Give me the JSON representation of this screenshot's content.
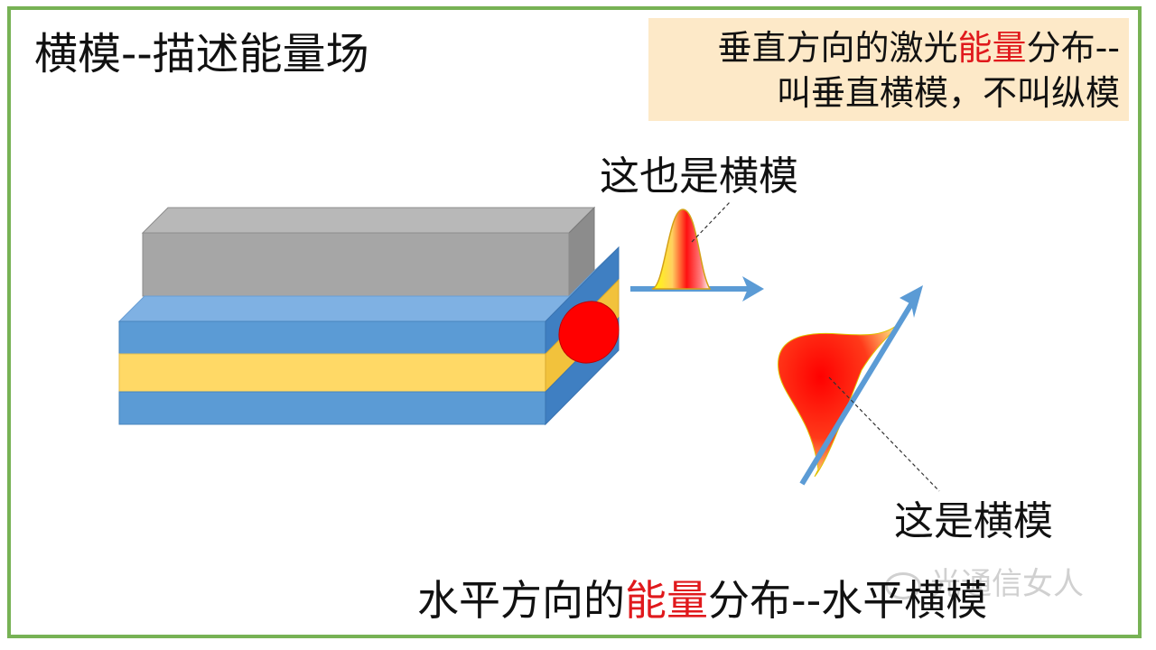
{
  "title": "横模--描述能量场",
  "callout": {
    "line1_before": "垂直方向的激光",
    "line1_highlight": "能量",
    "line1_after": "分布--",
    "line2": "叫垂直横模，不叫纵模"
  },
  "label_top": "这也是横模",
  "label_right": "这是横模",
  "bottom": {
    "before": "水平方向的",
    "highlight": "能量",
    "after": "分布--水平横模"
  },
  "watermark": "光通信女人",
  "colors": {
    "frame": "#77b255",
    "callout_bg": "#fde9c8",
    "highlight": "#e0191c",
    "blue_layer": "#5b9bd5",
    "yellow_layer": "#ffd966",
    "gray_block": "#a6a6a6",
    "mode_red": "#ff0000",
    "arrow": "#5b9bd5"
  }
}
